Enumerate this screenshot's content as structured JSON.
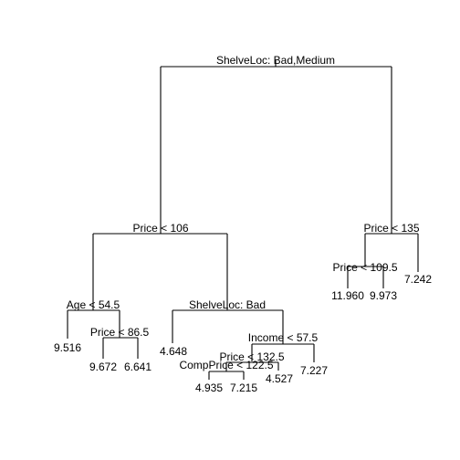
{
  "splits": {
    "root": "ShelveLoc: Bad,Medium",
    "left": "Price < 106",
    "right": "Price < 135",
    "left_left": "Age < 54.5",
    "left_right": "ShelveLoc: Bad",
    "age_right": "Price < 86.5",
    "shelve_right": "Income < 57.5",
    "income_left": "Price < 132.5",
    "price132_left": "CompPrice < 122.5",
    "right_left": "Price < 109.5"
  },
  "leaves": {
    "age_left": "9.516",
    "price86_left": "9.672",
    "price86_right": "6.641",
    "shelve_left": "4.648",
    "comp_left": "4.935",
    "comp_right": "7.215",
    "price132_right": "4.527",
    "income_right": "7.227",
    "price109_left": "11.960",
    "price109_right": "9.973",
    "price135_right": "7.242"
  }
}
